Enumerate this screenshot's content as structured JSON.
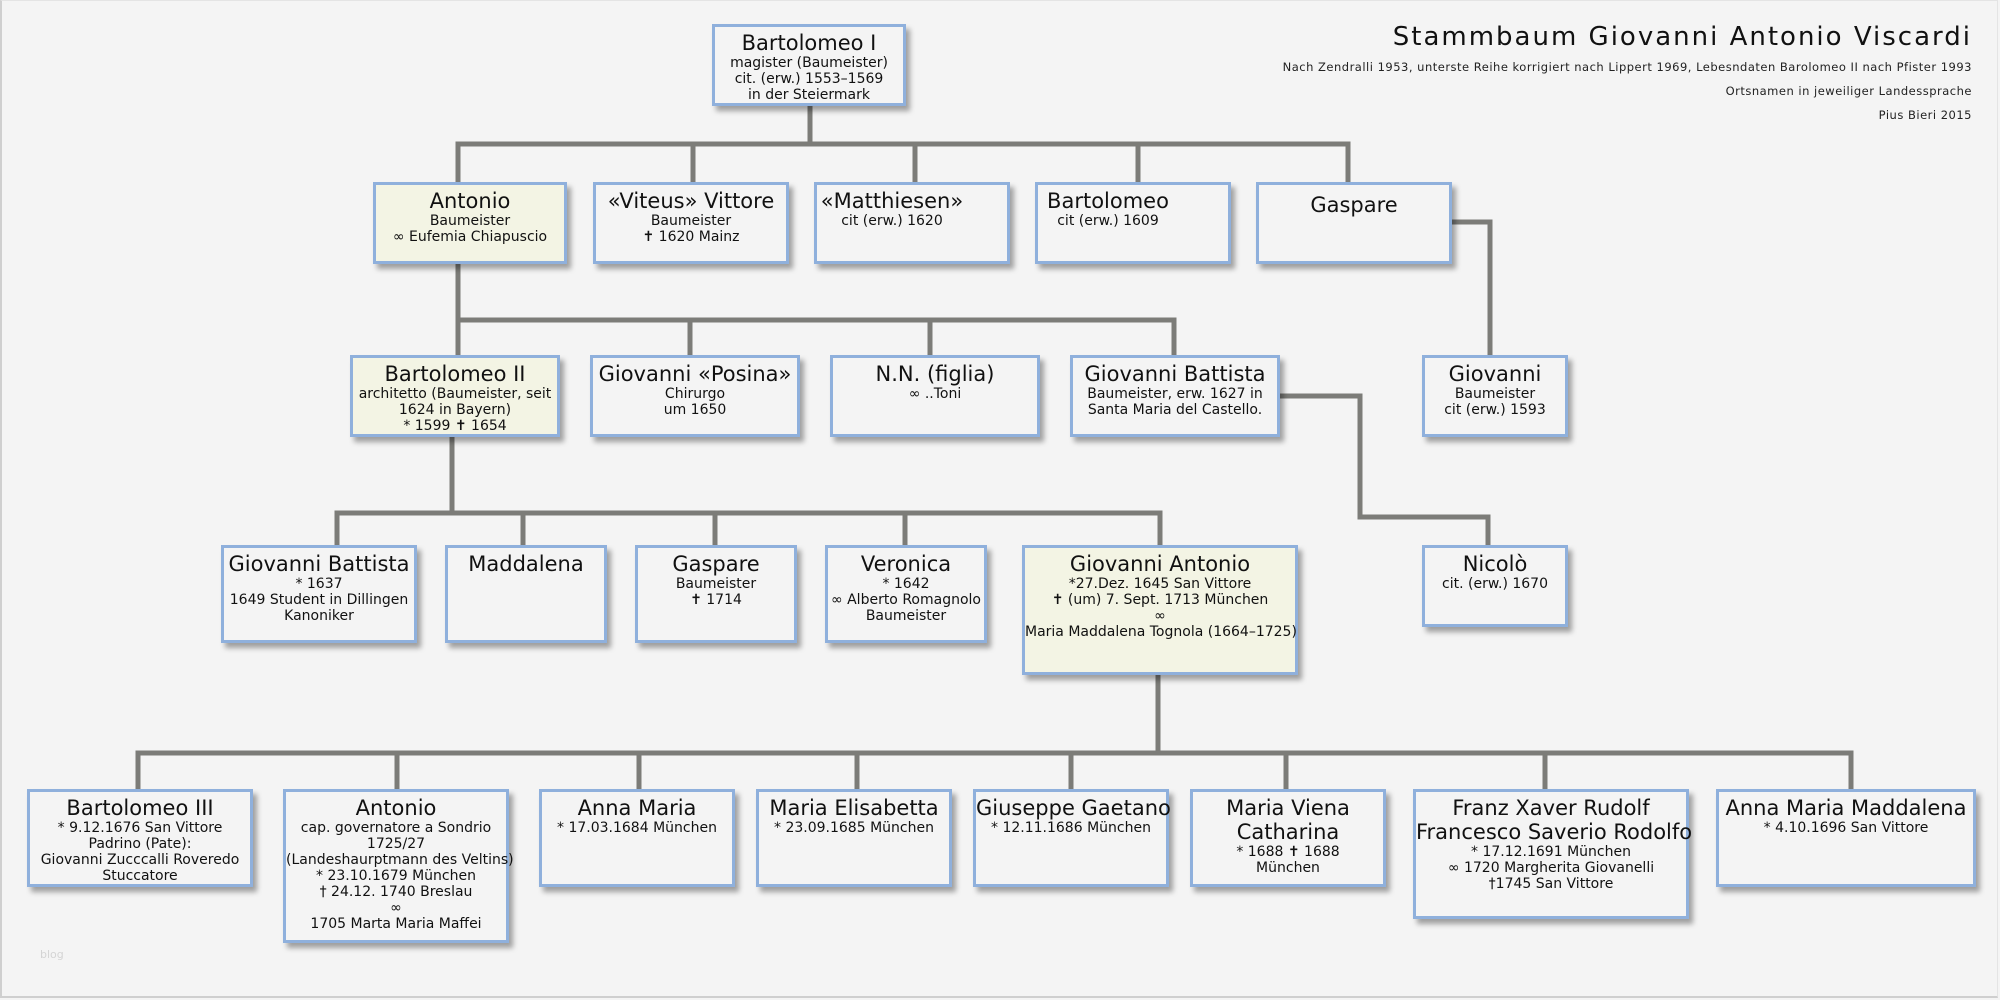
{
  "header": {
    "title": "Stammbaum Giovanni Antonio Viscardi",
    "source_note": "Nach Zendralli 1953, unterste Reihe korrigiert nach Lippert 1969, Lebesndaten Barolomeo II nach Pfister 1993",
    "place_note": "Ortsnamen in jeweiliger Landessprache",
    "author": "Pius Bieri 2015"
  },
  "watermark": "blog",
  "colors": {
    "box_border": "#8fb0dc",
    "box_fill": "#f4f4f4",
    "highlight_fill": "#f3f4e4",
    "connector": "#7c7c78",
    "background": "#f4f4f4"
  },
  "generations": [
    {
      "level": 1,
      "persons": [
        {
          "id": "bartolomeo-i",
          "name": "Bartolomeo I",
          "lines": [
            "magister (Baumeister)",
            "cit. (erw.) 1553–1569",
            "in der  Steiermark"
          ],
          "highlight": false
        }
      ]
    },
    {
      "level": 2,
      "persons": [
        {
          "id": "antonio-1",
          "name": "Antonio",
          "lines": [
            "Baumeister",
            "∞ Eufemia Chiapuscio"
          ],
          "highlight": true
        },
        {
          "id": "viteus-vittore",
          "name": "«Viteus» Vittore",
          "lines": [
            "Baumeister",
            "✝ 1620 Mainz"
          ],
          "highlight": false
        },
        {
          "id": "matthiesen",
          "name": "«Matthiesen»",
          "lines": [
            "cit (erw.) 1620"
          ],
          "highlight": false
        },
        {
          "id": "bartolomeo-2",
          "name": "Bartolomeo",
          "lines": [
            "cit (erw.) 1609"
          ],
          "highlight": false
        },
        {
          "id": "gaspare-1",
          "name": "Gaspare",
          "lines": [],
          "highlight": false
        }
      ]
    },
    {
      "level": 3,
      "persons": [
        {
          "id": "bartolomeo-ii",
          "name": "Bartolomeo II",
          "lines": [
            "architetto (Baumeister, seit",
            "1624 in Bayern)",
            "* 1599    ✝ 1654"
          ],
          "highlight": true
        },
        {
          "id": "giovanni-posina",
          "name": "Giovanni «Posina»",
          "lines": [
            "Chirurgo",
            "um 1650"
          ],
          "highlight": false
        },
        {
          "id": "nn-figlia",
          "name": "N.N. (figlia)",
          "lines": [
            "∞ ..Toni"
          ],
          "highlight": false
        },
        {
          "id": "giovanni-battista-1",
          "name": "Giovanni Battista",
          "lines": [
            "Baumeister, erw. 1627 in",
            "Santa Maria del Castello."
          ],
          "highlight": false
        },
        {
          "id": "giovanni-1",
          "name": "Giovanni",
          "lines": [
            "Baumeister",
            "cit (erw.) 1593"
          ],
          "highlight": false
        }
      ]
    },
    {
      "level": 4,
      "persons": [
        {
          "id": "giovanni-battista-2",
          "name": "Giovanni Battista",
          "lines": [
            "* 1637",
            "1649 Student in Dillingen",
            "Kanoniker"
          ],
          "highlight": false
        },
        {
          "id": "maddalena",
          "name": "Maddalena",
          "lines": [],
          "highlight": false
        },
        {
          "id": "gaspare-2",
          "name": "Gaspare",
          "lines": [
            "Baumeister",
            "✝ 1714"
          ],
          "highlight": false
        },
        {
          "id": "veronica",
          "name": "Veronica",
          "lines": [
            "* 1642",
            "∞ Alberto Romagnolo",
            "Baumeister"
          ],
          "highlight": false
        },
        {
          "id": "giovanni-antonio",
          "name": "Giovanni Antonio",
          "lines": [
            "*27.Dez. 1645 San Vittore",
            "✝ (um) 7. Sept. 1713 München",
            "∞",
            "Maria Maddalena Tognola (1664–1725)"
          ],
          "highlight": true
        },
        {
          "id": "nicolo",
          "name": "Nicolò",
          "lines": [
            "cit. (erw.) 1670"
          ],
          "highlight": false
        }
      ]
    },
    {
      "level": 5,
      "persons": [
        {
          "id": "bartolomeo-iii",
          "name": "Bartolomeo III",
          "lines": [
            "* 9.12.1676 San Vittore",
            "Padrino (Pate):",
            "Giovanni Zucccalli Roveredo",
            "Stuccatore"
          ],
          "highlight": false
        },
        {
          "id": "antonio-2",
          "name": "Antonio",
          "lines": [
            "cap. governatore a Sondrio",
            "1725/27",
            "(Landeshaurptmann des Veltins)",
            "* 23.10.1679 München",
            "† 24.12. 1740 Breslau",
            "∞",
            "1705 Marta Maria Maffei"
          ],
          "highlight": false
        },
        {
          "id": "anna-maria",
          "name": "Anna Maria",
          "lines": [
            "* 17.03.1684 München"
          ],
          "highlight": false
        },
        {
          "id": "maria-elisabetta",
          "name": "Maria Elisabetta",
          "lines": [
            "* 23.09.1685 München"
          ],
          "highlight": false
        },
        {
          "id": "giuseppe-gaetano",
          "name": "Giuseppe Gaetano",
          "lines": [
            "* 12.11.1686 München"
          ],
          "highlight": false
        },
        {
          "id": "maria-viena-catharina",
          "name": "Maria Viena",
          "name2": "Catharina",
          "lines": [
            "* 1688 ✝ 1688",
            "München"
          ],
          "highlight": false
        },
        {
          "id": "franz-xaver",
          "name": "Franz Xaver Rudolf",
          "name2": "Francesco Saverio Rodolfo",
          "lines": [
            "* 17.12.1691 München",
            "∞ 1720 Margherita Giovanelli",
            "†1745 San Vittore"
          ],
          "highlight": false
        },
        {
          "id": "anna-maria-maddalena",
          "name": "Anna Maria Maddalena",
          "lines": [
            "* 4.10.1696 San Vittore"
          ],
          "highlight": false
        }
      ]
    }
  ],
  "relations": [
    {
      "parent": "bartolomeo-i",
      "children": [
        "antonio-1",
        "viteus-vittore",
        "matthiesen",
        "bartolomeo-2",
        "gaspare-1"
      ]
    },
    {
      "parent": "antonio-1",
      "children": [
        "bartolomeo-ii",
        "giovanni-posina",
        "nn-figlia",
        "giovanni-battista-1"
      ]
    },
    {
      "parent": "gaspare-1",
      "children": [
        "giovanni-1"
      ]
    },
    {
      "parent": "giovanni-battista-1",
      "children": [
        "nicolo"
      ]
    },
    {
      "parent": "bartolomeo-ii",
      "children": [
        "giovanni-battista-2",
        "maddalena",
        "gaspare-2",
        "veronica",
        "giovanni-antonio"
      ]
    },
    {
      "parent": "giovanni-antonio",
      "children": [
        "bartolomeo-iii",
        "antonio-2",
        "anna-maria",
        "maria-elisabetta",
        "giuseppe-gaetano",
        "maria-viena-catharina",
        "franz-xaver",
        "anna-maria-maddalena"
      ]
    }
  ]
}
